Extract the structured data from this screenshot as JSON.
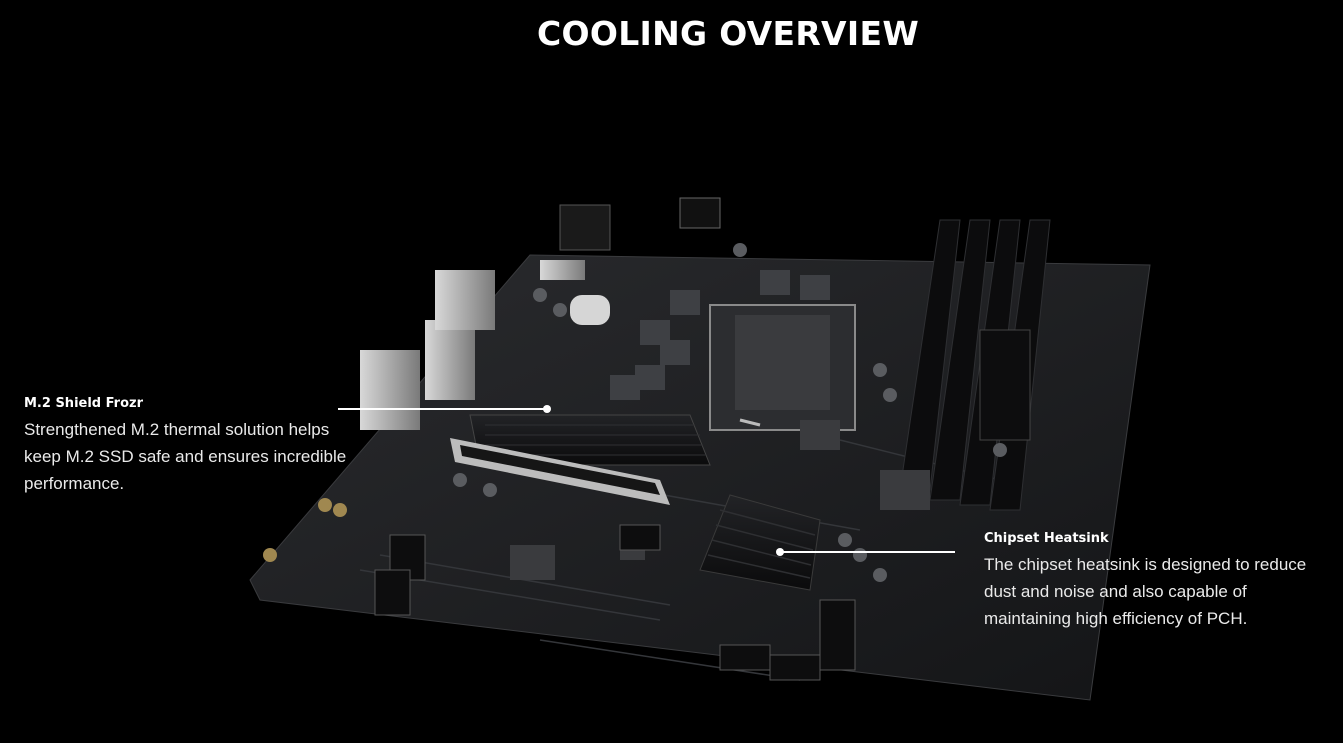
{
  "page": {
    "title": "COOLING OVERVIEW"
  },
  "callouts": [
    {
      "title": "M.2 Shield Frozr",
      "description": "Strengthened M.2 thermal solution helps keep M.2 SSD safe and ensures incredible performance."
    },
    {
      "title": "Chipset Heatsink",
      "description": "The chipset heatsink is designed to reduce dust and noise and also capable of maintaining high efficiency of PCH."
    }
  ],
  "colors": {
    "background": "#000000",
    "text": "#ffffff",
    "board": "#1c1d1f",
    "heatsink": "#0e0f10",
    "metal": "#9a9a9a"
  }
}
